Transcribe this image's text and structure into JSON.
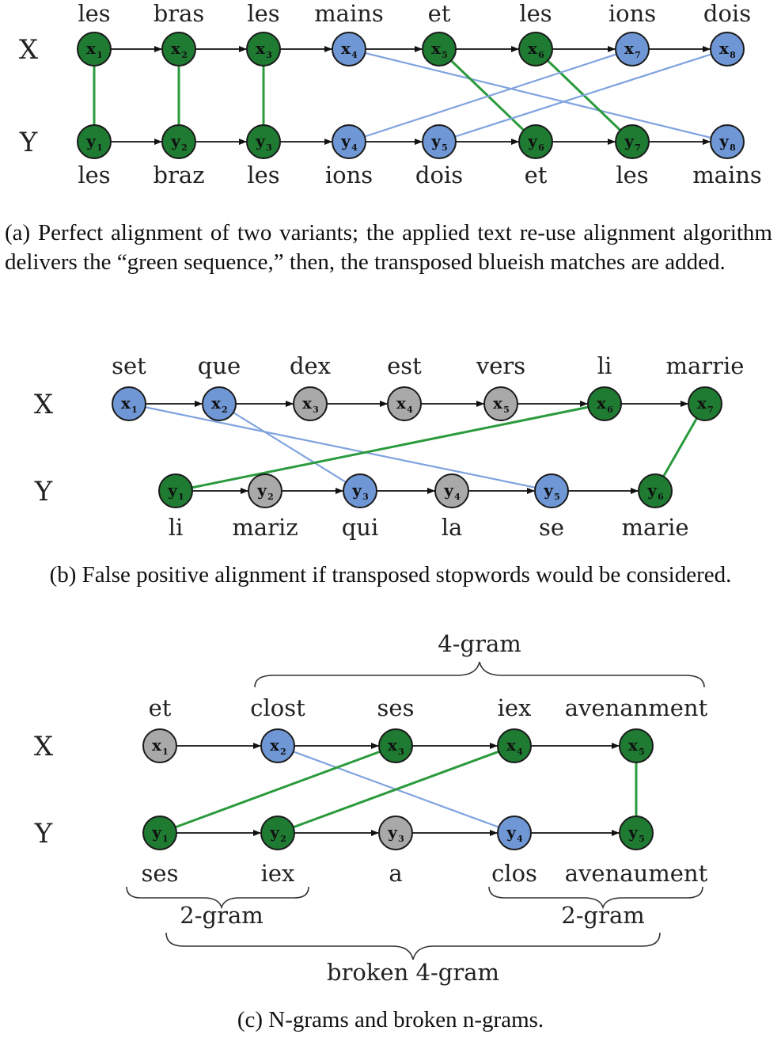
{
  "colors": {
    "green": "#1f7a32",
    "blue": "#6f97d6",
    "gray": "#a9a9a9",
    "green_edge": "#2a9a3c",
    "blue_edge": "#7fa3df",
    "node_stroke": "#1a1a1a"
  },
  "row_labels": {
    "x": "X",
    "y": "Y"
  },
  "panels": [
    {
      "id": "a",
      "caption": "(a) Perfect alignment of two variants; the applied text re-use alignment algorithm delivers the “green sequence,” then, the transposed blueish matches are added.",
      "x_nodes": [
        {
          "var": "x",
          "index": "1",
          "word": "les",
          "color": "green"
        },
        {
          "var": "x",
          "index": "2",
          "word": "bras",
          "color": "green"
        },
        {
          "var": "x",
          "index": "3",
          "word": "les",
          "color": "green"
        },
        {
          "var": "x",
          "index": "4",
          "word": "mains",
          "color": "blue"
        },
        {
          "var": "x",
          "index": "5",
          "word": "et",
          "color": "green"
        },
        {
          "var": "x",
          "index": "6",
          "word": "les",
          "color": "green"
        },
        {
          "var": "x",
          "index": "7",
          "word": "ions",
          "color": "blue"
        },
        {
          "var": "x",
          "index": "8",
          "word": "dois",
          "color": "blue"
        }
      ],
      "y_nodes": [
        {
          "var": "y",
          "index": "1",
          "word": "les",
          "color": "green"
        },
        {
          "var": "y",
          "index": "2",
          "word": "braz",
          "color": "green"
        },
        {
          "var": "y",
          "index": "3",
          "word": "les",
          "color": "green"
        },
        {
          "var": "y",
          "index": "4",
          "word": "ions",
          "color": "blue"
        },
        {
          "var": "y",
          "index": "5",
          "word": "dois",
          "color": "blue"
        },
        {
          "var": "y",
          "index": "6",
          "word": "et",
          "color": "green"
        },
        {
          "var": "y",
          "index": "7",
          "word": "les",
          "color": "green"
        },
        {
          "var": "y",
          "index": "8",
          "word": "mains",
          "color": "blue"
        }
      ],
      "alignments": [
        {
          "from": 1,
          "to": 1,
          "color": "green"
        },
        {
          "from": 2,
          "to": 2,
          "color": "green"
        },
        {
          "from": 3,
          "to": 3,
          "color": "green"
        },
        {
          "from": 4,
          "to": 8,
          "color": "blue"
        },
        {
          "from": 5,
          "to": 6,
          "color": "green"
        },
        {
          "from": 6,
          "to": 7,
          "color": "green"
        },
        {
          "from": 7,
          "to": 4,
          "color": "blue"
        },
        {
          "from": 8,
          "to": 5,
          "color": "blue"
        }
      ]
    },
    {
      "id": "b",
      "caption": "(b) False positive alignment if transposed stopwords would be considered.",
      "x_nodes": [
        {
          "var": "x",
          "index": "1",
          "word": "set",
          "color": "blue"
        },
        {
          "var": "x",
          "index": "2",
          "word": "que",
          "color": "blue"
        },
        {
          "var": "x",
          "index": "3",
          "word": "dex",
          "color": "gray"
        },
        {
          "var": "x",
          "index": "4",
          "word": "est",
          "color": "gray"
        },
        {
          "var": "x",
          "index": "5",
          "word": "vers",
          "color": "gray"
        },
        {
          "var": "x",
          "index": "6",
          "word": "li",
          "color": "green"
        },
        {
          "var": "x",
          "index": "7",
          "word": "marrie",
          "color": "green"
        }
      ],
      "y_nodes": [
        {
          "var": "y",
          "index": "1",
          "word": "li",
          "color": "green"
        },
        {
          "var": "y",
          "index": "2",
          "word": "mariz",
          "color": "gray"
        },
        {
          "var": "y",
          "index": "3",
          "word": "qui",
          "color": "blue"
        },
        {
          "var": "y",
          "index": "4",
          "word": "la",
          "color": "gray"
        },
        {
          "var": "y",
          "index": "5",
          "word": "se",
          "color": "blue"
        },
        {
          "var": "y",
          "index": "6",
          "word": "marie",
          "color": "green"
        }
      ],
      "alignments": [
        {
          "from": 1,
          "to": 5,
          "color": "blue"
        },
        {
          "from": 2,
          "to": 3,
          "color": "blue"
        },
        {
          "from": 6,
          "to": 1,
          "color": "green"
        },
        {
          "from": 7,
          "to": 6,
          "color": "green"
        }
      ]
    },
    {
      "id": "c",
      "caption": "(c) N-grams and broken n-grams.",
      "x_nodes": [
        {
          "var": "x",
          "index": "1",
          "word": "et",
          "color": "gray"
        },
        {
          "var": "x",
          "index": "2",
          "word": "clost",
          "color": "blue"
        },
        {
          "var": "x",
          "index": "3",
          "word": "ses",
          "color": "green"
        },
        {
          "var": "x",
          "index": "4",
          "word": "iex",
          "color": "green"
        },
        {
          "var": "x",
          "index": "5",
          "word": "avenanment",
          "color": "green"
        }
      ],
      "y_nodes": [
        {
          "var": "y",
          "index": "1",
          "word": "ses",
          "color": "green"
        },
        {
          "var": "y",
          "index": "2",
          "word": "iex",
          "color": "green"
        },
        {
          "var": "y",
          "index": "3",
          "word": "a",
          "color": "gray"
        },
        {
          "var": "y",
          "index": "4",
          "word": "clos",
          "color": "blue"
        },
        {
          "var": "y",
          "index": "5",
          "word": "avenaument",
          "color": "green"
        }
      ],
      "alignments": [
        {
          "from": 2,
          "to": 4,
          "color": "blue"
        },
        {
          "from": 3,
          "to": 1,
          "color": "green"
        },
        {
          "from": 4,
          "to": 2,
          "color": "green"
        },
        {
          "from": 5,
          "to": 5,
          "color": "green"
        }
      ],
      "braces": {
        "top": "4-gram",
        "bottom_left": "2-gram",
        "bottom_right": "2-gram",
        "bottom_long": "broken 4-gram"
      }
    }
  ]
}
